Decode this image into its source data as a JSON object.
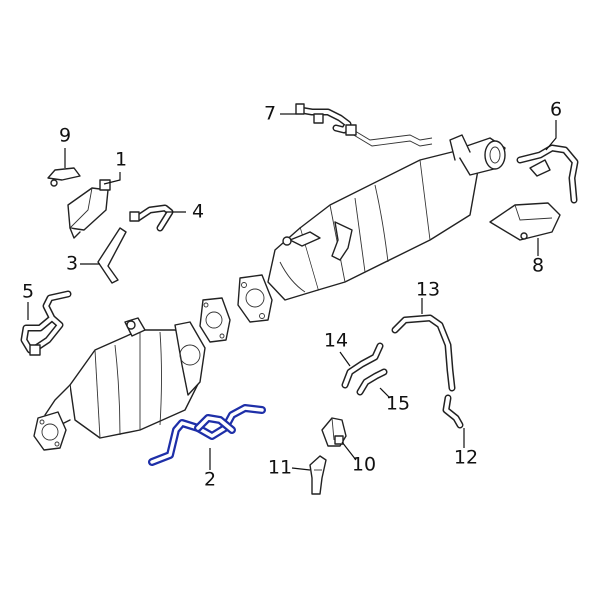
{
  "highlight_color": "#1e2fa8",
  "line_color": "#111111",
  "callouts": [
    {
      "id": "1",
      "text": "1"
    },
    {
      "id": "2",
      "text": "2"
    },
    {
      "id": "3",
      "text": "3"
    },
    {
      "id": "4",
      "text": "4"
    },
    {
      "id": "5",
      "text": "5"
    },
    {
      "id": "6",
      "text": "6"
    },
    {
      "id": "7",
      "text": "7"
    },
    {
      "id": "8",
      "text": "8"
    },
    {
      "id": "9",
      "text": "9"
    },
    {
      "id": "10",
      "text": "10"
    },
    {
      "id": "11",
      "text": "11"
    },
    {
      "id": "12",
      "text": "12"
    },
    {
      "id": "13",
      "text": "13"
    },
    {
      "id": "14",
      "text": "14"
    },
    {
      "id": "15",
      "text": "15"
    }
  ],
  "highlighted_part": "2"
}
